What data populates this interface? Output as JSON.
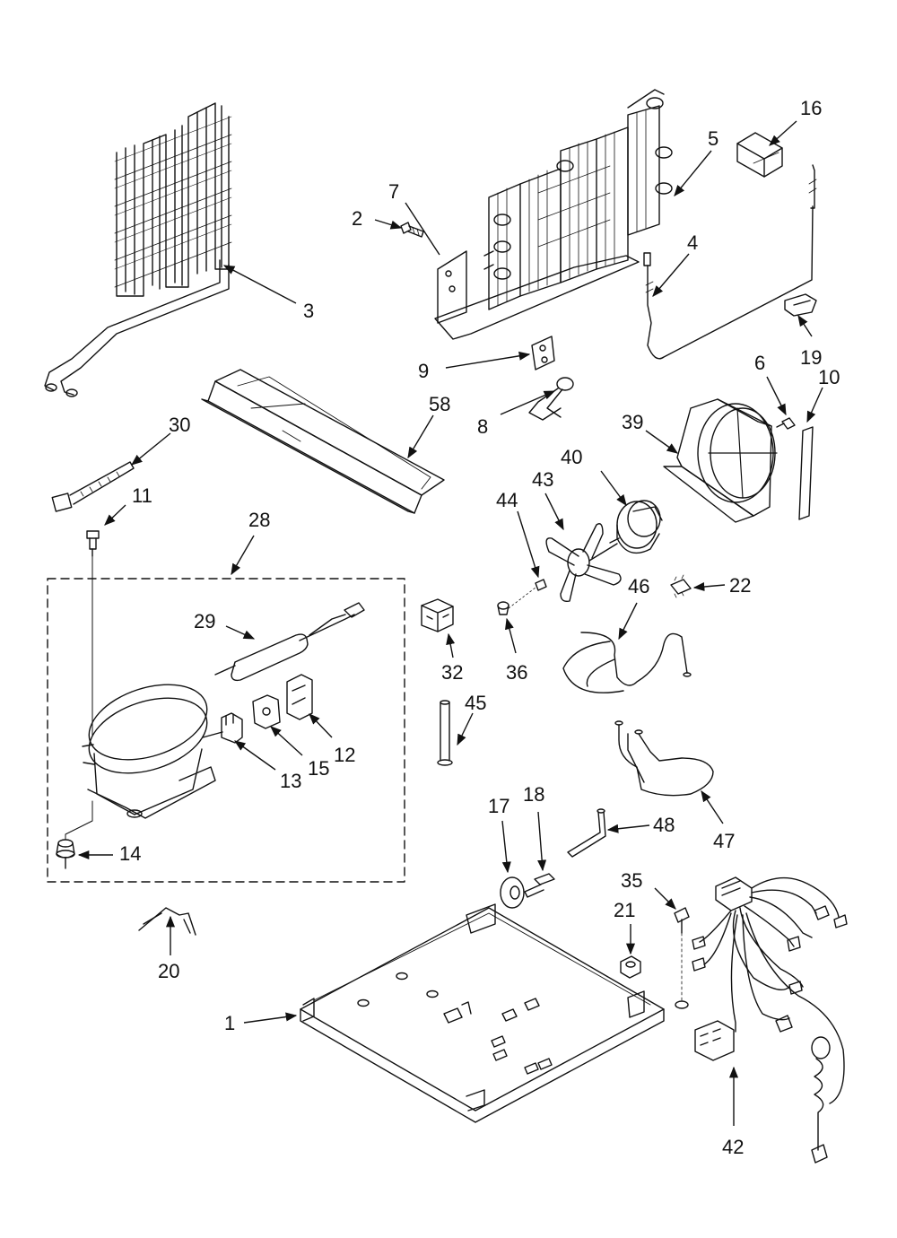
{
  "callouts": [
    {
      "id": "1",
      "label": "1"
    },
    {
      "id": "2",
      "label": "2"
    },
    {
      "id": "3",
      "label": "3"
    },
    {
      "id": "4",
      "label": "4"
    },
    {
      "id": "5",
      "label": "5"
    },
    {
      "id": "6",
      "label": "6"
    },
    {
      "id": "7",
      "label": "7"
    },
    {
      "id": "8",
      "label": "8"
    },
    {
      "id": "9",
      "label": "9"
    },
    {
      "id": "10",
      "label": "10"
    },
    {
      "id": "11",
      "label": "11"
    },
    {
      "id": "12",
      "label": "12"
    },
    {
      "id": "13",
      "label": "13"
    },
    {
      "id": "14",
      "label": "14"
    },
    {
      "id": "15",
      "label": "15"
    },
    {
      "id": "16",
      "label": "16"
    },
    {
      "id": "17",
      "label": "17"
    },
    {
      "id": "18",
      "label": "18"
    },
    {
      "id": "19",
      "label": "19"
    },
    {
      "id": "20",
      "label": "20"
    },
    {
      "id": "21",
      "label": "21"
    },
    {
      "id": "22",
      "label": "22"
    },
    {
      "id": "28",
      "label": "28"
    },
    {
      "id": "29",
      "label": "29"
    },
    {
      "id": "30",
      "label": "30"
    },
    {
      "id": "32",
      "label": "32"
    },
    {
      "id": "35",
      "label": "35"
    },
    {
      "id": "36",
      "label": "36"
    },
    {
      "id": "39",
      "label": "39"
    },
    {
      "id": "40",
      "label": "40"
    },
    {
      "id": "42",
      "label": "42"
    },
    {
      "id": "43",
      "label": "43"
    },
    {
      "id": "44",
      "label": "44"
    },
    {
      "id": "45",
      "label": "45"
    },
    {
      "id": "46",
      "label": "46"
    },
    {
      "id": "47",
      "label": "47"
    },
    {
      "id": "48",
      "label": "48"
    },
    {
      "id": "58",
      "label": "58"
    }
  ]
}
